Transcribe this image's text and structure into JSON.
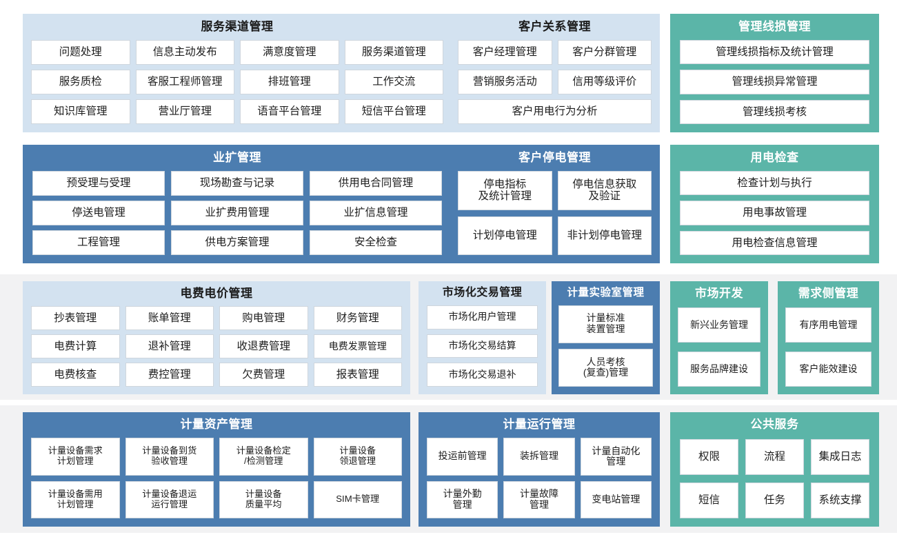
{
  "theme": {
    "light_blue": "#d3e2f0",
    "blue": "#4c7db0",
    "teal": "#5bb5a8",
    "grey_band": "#f2f2f3",
    "cell_bg": "#ffffff",
    "page_bg": "#ffffff"
  },
  "panels": {
    "service_channel": {
      "title": "服务渠道管理",
      "cells": [
        "问题处理",
        "信息主动发布",
        "满意度管理",
        "服务渠道管理",
        "服务质检",
        "客服工程师管理",
        "排班管理",
        "工作交流",
        "知识库管理",
        "营业厅管理",
        "语音平台管理",
        "短信平台管理"
      ]
    },
    "customer_relation": {
      "title": "客户关系管理",
      "cells": [
        "客户经理管理",
        "客户分群管理",
        "营销服务活动",
        "信用等级评价"
      ],
      "wide_cell": "客户用电行为分析"
    },
    "management_line_loss": {
      "title": "管理线损管理",
      "cells": [
        "管理线损指标及统计管理",
        "管理线损异常管理",
        "管理线损考核"
      ]
    },
    "business_expansion": {
      "title": "业扩管理",
      "cells": [
        "预受理与受理",
        "现场勘查与记录",
        "供用电合同管理",
        "停送电管理",
        "业扩费用管理",
        "业扩信息管理",
        "工程管理",
        "供电方案管理",
        "安全检查"
      ]
    },
    "customer_outage": {
      "title": "客户停电管理",
      "cells": [
        "停电指标\n及统计管理",
        "停电信息获取\n及验证",
        "计划停电管理",
        "非计划停电管理"
      ]
    },
    "power_inspection": {
      "title": "用电检查",
      "cells": [
        "检查计划与执行",
        "用电事故管理",
        "用电检查信息管理"
      ]
    },
    "electricity_price": {
      "title": "电费电价管理",
      "cells": [
        "抄表管理",
        "账单管理",
        "购电管理",
        "财务管理",
        "电费计算",
        "退补管理",
        "收退费管理",
        "电费发票管理",
        "电费核查",
        "费控管理",
        "欠费管理",
        "报表管理"
      ]
    },
    "market_trading": {
      "title": "市场化交易管理",
      "cells": [
        "市场化用户管理",
        "市场化交易结算",
        "市场化交易退补"
      ]
    },
    "metering_lab": {
      "title": "计量实验室管理",
      "cells": [
        "计量标准\n装置管理",
        "人员考核\n(复查)管理"
      ]
    },
    "market_development": {
      "title": "市场开发",
      "cells": [
        "新兴业务管理",
        "服务品牌建设"
      ]
    },
    "demand_side": {
      "title": "需求侧管理",
      "cells": [
        "有序用电管理",
        "客户能效建设"
      ]
    },
    "metering_asset": {
      "title": "计量资产管理",
      "cells": [
        "计量设备需求\n计划管理",
        "计量设备到货\n验收管理",
        "计量设备检定\n/检测管理",
        "计量设备\n领退管理",
        "计量设备需用\n计划管理",
        "计量设备退运\n运行管理",
        "计量设备\n质量平均",
        "SIM卡管理"
      ]
    },
    "metering_operation": {
      "title": "计量运行管理",
      "cells": [
        "投运前管理",
        "装拆管理",
        "计量自动化\n管理",
        "计量外勤\n管理",
        "计量故障\n管理",
        "变电站管理"
      ]
    },
    "public_service": {
      "title": "公共服务",
      "cells": [
        "权限",
        "流程",
        "集成日志",
        "短信",
        "任务",
        "系统支撑"
      ]
    }
  }
}
